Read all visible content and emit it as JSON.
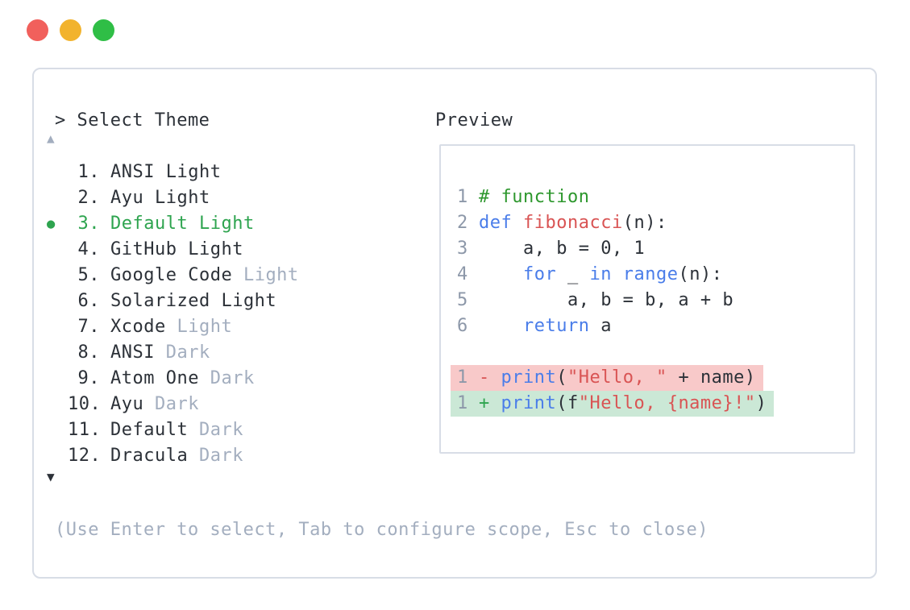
{
  "window_controls": {
    "close_color": "#f1605c",
    "minimize_color": "#f2b32d",
    "zoom_color": "#2fbe46"
  },
  "select_panel": {
    "prompt": "> Select Theme",
    "scroll_up_icon": "▲",
    "scroll_down_icon": "▼",
    "selected_bullet": "●",
    "themes": [
      {
        "num": "1.",
        "name": "ANSI Light",
        "suffix": "",
        "selected": false
      },
      {
        "num": "2.",
        "name": "Ayu Light",
        "suffix": "",
        "selected": false
      },
      {
        "num": "3.",
        "name": "Default Light",
        "suffix": "",
        "selected": true
      },
      {
        "num": "4.",
        "name": "GitHub Light",
        "suffix": "",
        "selected": false
      },
      {
        "num": "5.",
        "name": "Google Code",
        "suffix": " Light",
        "selected": false
      },
      {
        "num": "6.",
        "name": "Solarized Light",
        "suffix": "",
        "selected": false
      },
      {
        "num": "7.",
        "name": "Xcode",
        "suffix": " Light",
        "selected": false
      },
      {
        "num": "8.",
        "name": "ANSI",
        "suffix": " Dark",
        "selected": false
      },
      {
        "num": "9.",
        "name": "Atom One",
        "suffix": " Dark",
        "selected": false
      },
      {
        "num": "10.",
        "name": "Ayu",
        "suffix": " Dark",
        "selected": false
      },
      {
        "num": "11.",
        "name": "Default",
        "suffix": " Dark",
        "selected": false
      },
      {
        "num": "12.",
        "name": "Dracula",
        "suffix": " Dark",
        "selected": false
      }
    ],
    "hint": "(Use Enter to select, Tab to configure scope, Esc to close)"
  },
  "preview_panel": {
    "label": "Preview",
    "code_lines": [
      {
        "num": "1",
        "diff": "",
        "tokens": [
          {
            "c": "comment",
            "t": "# function"
          }
        ]
      },
      {
        "num": "2",
        "diff": "",
        "tokens": [
          {
            "c": "kw",
            "t": "def"
          },
          {
            "c": "plain",
            "t": " "
          },
          {
            "c": "fn",
            "t": "fibonacci"
          },
          {
            "c": "plain",
            "t": "(n):"
          }
        ]
      },
      {
        "num": "3",
        "diff": "",
        "tokens": [
          {
            "c": "plain",
            "t": "    a, b = 0, 1"
          }
        ]
      },
      {
        "num": "4",
        "diff": "",
        "tokens": [
          {
            "c": "plain",
            "t": "    "
          },
          {
            "c": "kw",
            "t": "for"
          },
          {
            "c": "plain",
            "t": " _ "
          },
          {
            "c": "kw",
            "t": "in"
          },
          {
            "c": "plain",
            "t": " "
          },
          {
            "c": "kw",
            "t": "range"
          },
          {
            "c": "plain",
            "t": "(n):"
          }
        ]
      },
      {
        "num": "5",
        "diff": "",
        "tokens": [
          {
            "c": "plain",
            "t": "        a, b = b, a + b"
          }
        ]
      },
      {
        "num": "6",
        "diff": "",
        "tokens": [
          {
            "c": "plain",
            "t": "    "
          },
          {
            "c": "kw",
            "t": "return"
          },
          {
            "c": "plain",
            "t": " a"
          }
        ]
      },
      {
        "num": "",
        "diff": "",
        "tokens": []
      },
      {
        "num": "1",
        "diff": "removed",
        "tokens": [
          {
            "c": "minus",
            "t": "-"
          },
          {
            "c": "plain",
            "t": " "
          },
          {
            "c": "kw",
            "t": "print"
          },
          {
            "c": "plain",
            "t": "("
          },
          {
            "c": "str",
            "t": "\"Hello, \""
          },
          {
            "c": "plain",
            "t": " + name)"
          }
        ]
      },
      {
        "num": "1",
        "diff": "added",
        "tokens": [
          {
            "c": "plus",
            "t": "+"
          },
          {
            "c": "plain",
            "t": " "
          },
          {
            "c": "kw",
            "t": "print"
          },
          {
            "c": "plain",
            "t": "(f"
          },
          {
            "c": "str",
            "t": "\"Hello, {name}!\""
          },
          {
            "c": "plain",
            "t": ")"
          }
        ]
      }
    ]
  },
  "colors": {
    "border": "#d8dde6",
    "dark_text": "#2c3138",
    "muted_text": "#a3aebf",
    "line_number": "#8d98a9",
    "green": "#2ea44f",
    "comment_green": "#2d972d",
    "keyword_blue": "#4a7de9",
    "string_red": "#d95454",
    "diff_removed_bg": "#f8c9c9",
    "diff_added_bg": "#cbe8d6"
  }
}
